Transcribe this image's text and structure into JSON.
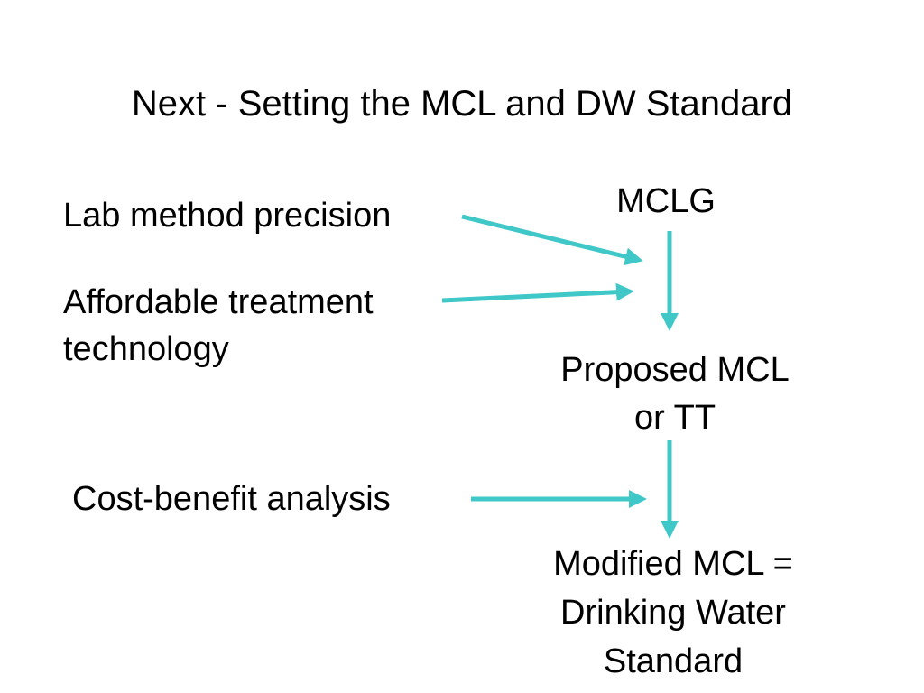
{
  "slide": {
    "title": "Next - Setting the MCL and DW Standard",
    "arrow_color": "#40c8c8",
    "inputs": {
      "lab_method": "Lab method precision",
      "affordable_line1": "Affordable treatment",
      "affordable_line2": "technology",
      "cost_benefit": "Cost-benefit analysis"
    },
    "flow": {
      "mclg": "MCLG",
      "proposed_line1": "Proposed MCL",
      "proposed_line2": "or TT",
      "modified_line1": "Modified MCL =",
      "modified_line2": "Drinking Water",
      "modified_line3": "Standard"
    }
  }
}
